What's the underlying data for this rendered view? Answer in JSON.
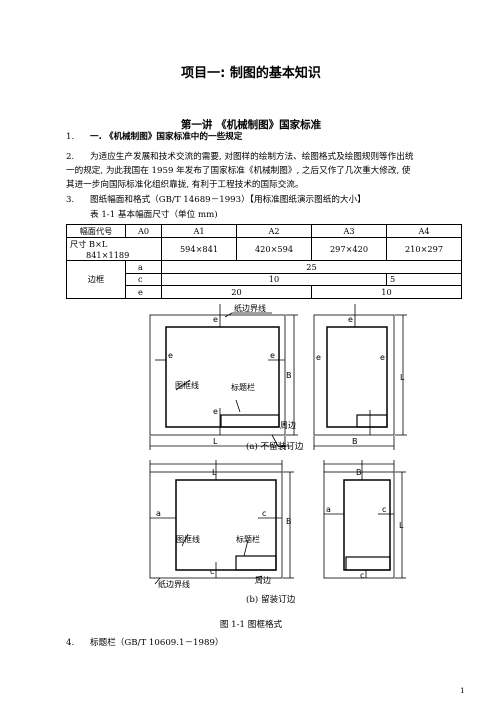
{
  "title": "项目一: 制图的基本知识",
  "lecture": "第一讲 《机械制图》国家标准",
  "items": {
    "n1": "1.",
    "i1": "一. 《机械制图》国家标准中的一些规定",
    "n2": "2.",
    "p2_line1": "为适应生产发展和技术交流的需要, 对图样的绘制方法、绘图格式及绘图规则等作出统",
    "p2_line2": "一的规定, 为此我国在 1959 年发布了国家标准《机械制图》, 之后又作了几次重大修改, 使",
    "p2_line3": "其进一步向国际标准化组织靠拢, 有利于工程技术的国际交流。",
    "n3": "3.",
    "i3": "图纸幅面和格式（GB/T 14689－1993）【用标准图纸演示图纸的大小】",
    "n4": "4.",
    "i4": "标题栏（GB/T 10609.1－1989）"
  },
  "table": {
    "caption": "表 1-1  基本幅面尺寸（单位 mm)",
    "header": [
      "幅面代号",
      "A0",
      "A1",
      "A2",
      "A3",
      "A4"
    ],
    "size_label": "尺寸 B×L",
    "sizes": [
      "841×1189",
      "594×841",
      "420×594",
      "297×420",
      "210×297"
    ],
    "border_label": "边框",
    "row_a": {
      "label": "a",
      "value": "25"
    },
    "row_c": {
      "label": "c",
      "v1": "10",
      "v2": "5"
    },
    "row_e": {
      "label": "e",
      "v1": "20",
      "v2": "10"
    }
  },
  "figure": {
    "labels": {
      "paper_edge": "纸边界线",
      "frame_line": "图框线",
      "title_block": "标题栏",
      "perimeter": "周边",
      "L": "L",
      "B": "B",
      "e": "e",
      "c": "c",
      "a": "a"
    },
    "caption_a": "(a) 不留装订边",
    "caption_b": "(b) 留装订边",
    "caption": "图 1-1  图框格式"
  },
  "page_number": "1"
}
